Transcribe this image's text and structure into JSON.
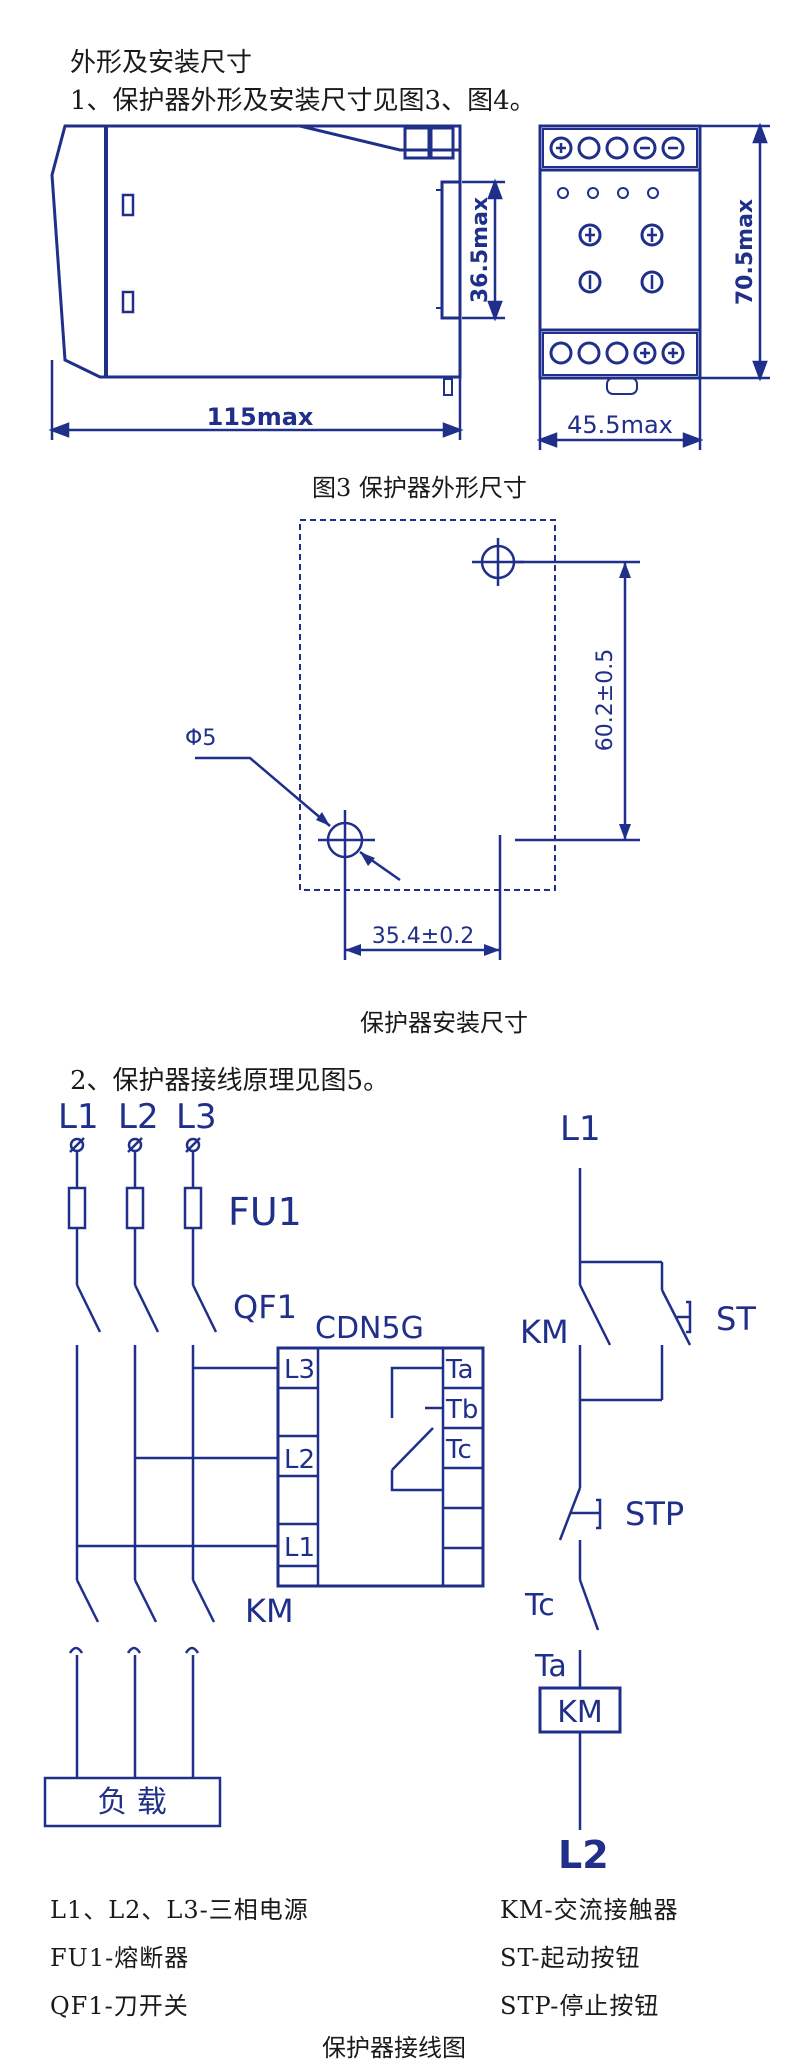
{
  "section_title": "外形及安装尺寸",
  "item1": "1、保护器外形及安装尺寸见图3、图4。",
  "fig3": {
    "dim_width": "115max",
    "dim_slot": "36.5max",
    "dim_height": "70.5max",
    "dim_front_width": "45.5max",
    "caption": "图3 保护器外形尺寸"
  },
  "fig4": {
    "hole_diameter": "Φ5",
    "dim_vertical": "60.2±0.5",
    "dim_horizontal": "35.4±0.2",
    "caption": "保护器安装尺寸"
  },
  "item2": "2、保护器接线原理见图5。",
  "wiring": {
    "phase_l1": "L1",
    "phase_l2": "L2",
    "phase_l3": "L3",
    "fuse": "FU1",
    "switch": "QF1",
    "device": "CDN5G",
    "term_l3": "L3",
    "term_l2": "L2",
    "term_l1": "L1",
    "term_ta": "Ta",
    "term_tb": "Tb",
    "term_tc": "Tc",
    "contactor_main": "KM",
    "load": "负 载",
    "ctrl_l1": "L1",
    "ctrl_km": "KM",
    "start": "ST",
    "stop": "STP",
    "ctrl_tc": "Tc",
    "ctrl_ta": "Ta",
    "coil": "KM",
    "ctrl_l2": "L2"
  },
  "legend": {
    "l_phases": "L1、L2、L3-三相电源",
    "fu": "FU1-熔断器",
    "qf": "QF1-刀开关",
    "km": "KM-交流接触器",
    "st": "ST-起动按钮",
    "stp": "STP-停止按钮"
  },
  "fig5_caption": "保护器接线图"
}
